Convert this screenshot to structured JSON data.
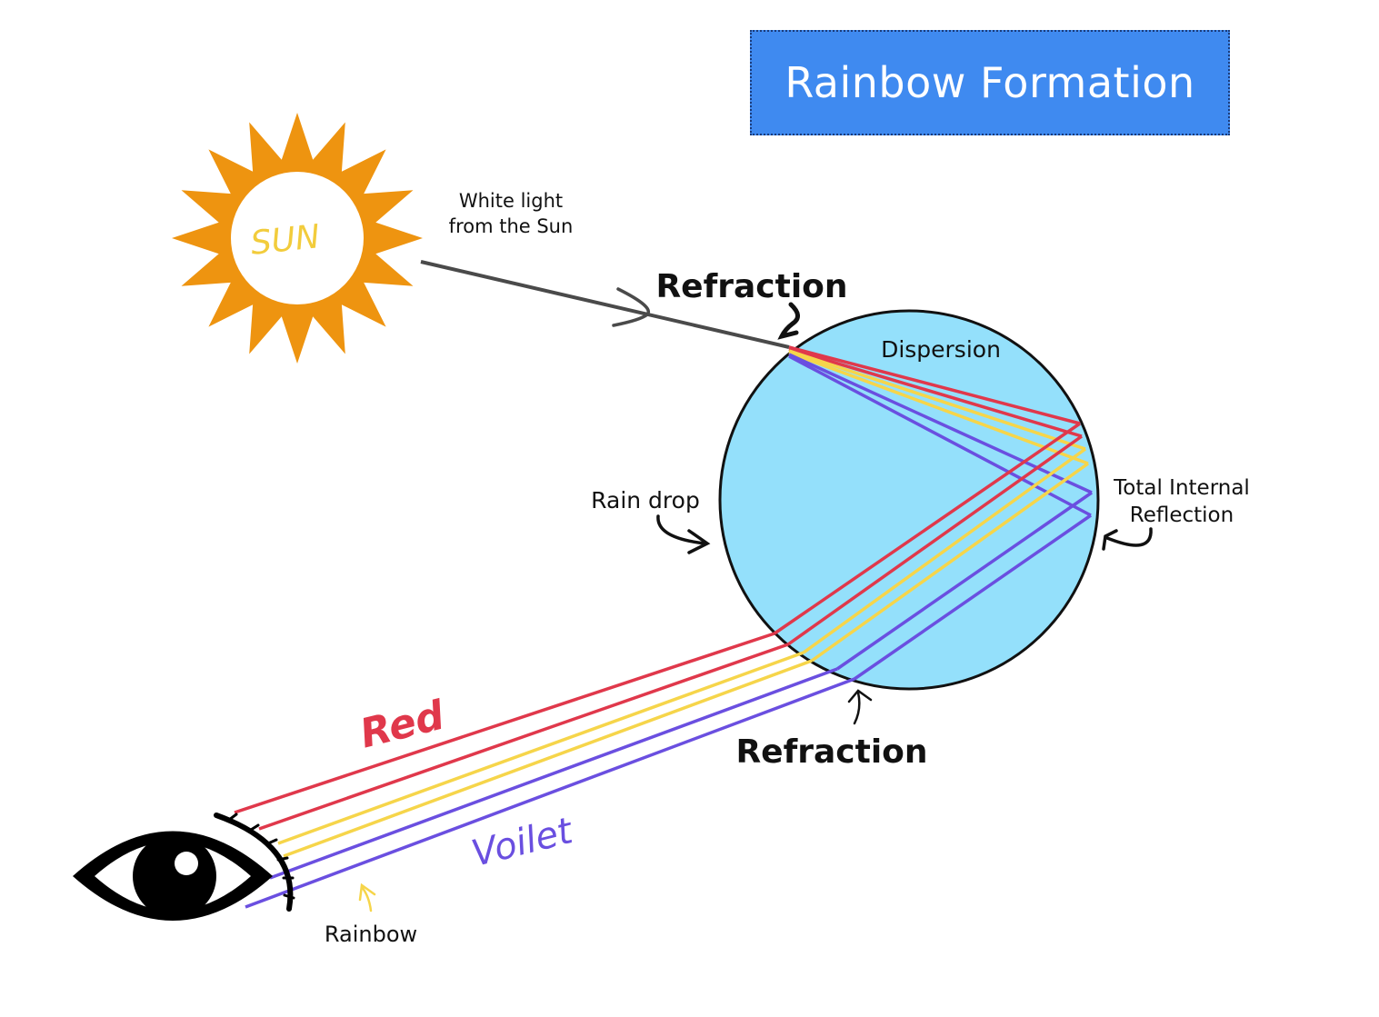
{
  "title": "Rainbow Formation",
  "labels": {
    "sun": "SUN",
    "white_light_line1": "White light",
    "white_light_line2": "from the Sun",
    "refraction_top": "Refraction",
    "dispersion": "Dispersion",
    "rain_drop": "Rain drop",
    "tir_line1": "Total Internal",
    "tir_line2": "Reflection",
    "refraction_bottom": "Refraction",
    "red": "Red",
    "violet": "Voilet",
    "rainbow": "Rainbow"
  },
  "colors": {
    "title_bg": "#3f8af0",
    "sun": "#ee9410",
    "sun_text": "#f2cc3c",
    "drop": "#94e0fb",
    "red": "#e0384b",
    "yellow": "#f6d54a",
    "violet": "#6a4fe0",
    "ray": "#4a4a4a"
  },
  "icons": [
    "sun-icon",
    "eye-icon",
    "raindrop-icon"
  ]
}
